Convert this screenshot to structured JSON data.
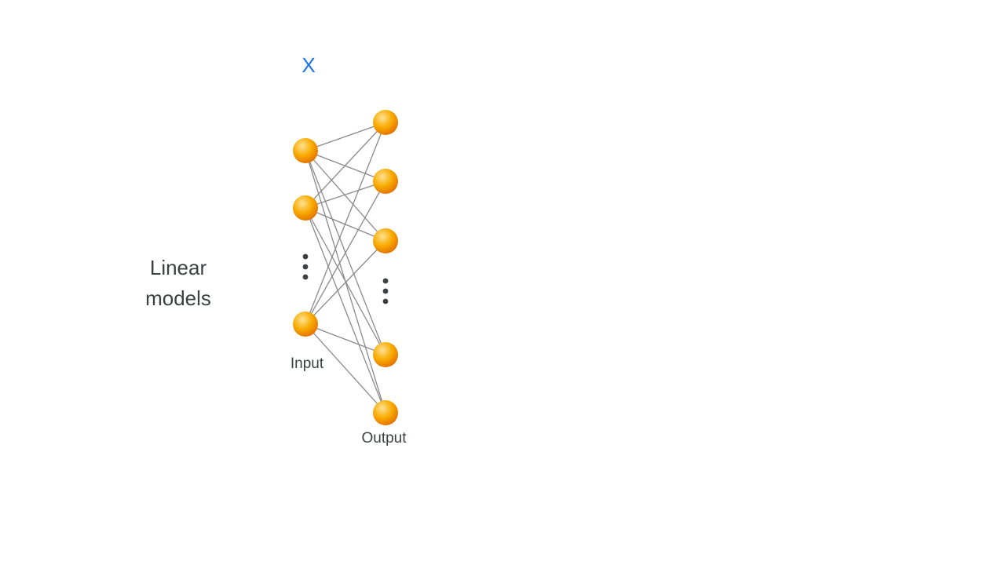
{
  "slide": {
    "section_label_line1": "Linear",
    "section_label_line2": "models",
    "input_symbol": "X",
    "input_layer_label": "Input",
    "output_layer_label": "Output"
  },
  "colors": {
    "node": "#f9ab00",
    "node_highlight": "#fde293",
    "edge": "#8a8a8a",
    "ellipsis_dots": "#3c4043",
    "input_symbol": "#1a73e8",
    "text": "#3c4043"
  },
  "network": {
    "input_nodes_shown": 3,
    "output_nodes_shown": 5,
    "input_ellipsis_after": 2,
    "output_ellipsis_after": 3,
    "fully_connected": true
  }
}
